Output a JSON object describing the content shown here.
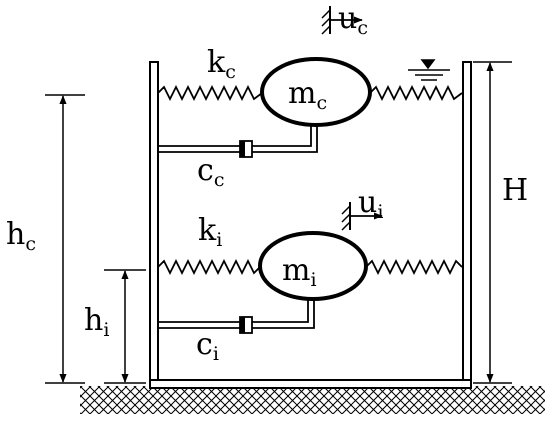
{
  "labels": {
    "kc": {
      "main": "k",
      "sub": "c"
    },
    "mc": {
      "main": "m",
      "sub": "c"
    },
    "uc": {
      "main": "u",
      "sub": "c"
    },
    "cc": {
      "main": "c",
      "sub": "c"
    },
    "ki": {
      "main": "k",
      "sub": "i"
    },
    "mi": {
      "main": "m",
      "sub": "i"
    },
    "ui": {
      "main": "u",
      "sub": "i"
    },
    "ci": {
      "main": "c",
      "sub": "i"
    },
    "hc": {
      "main": "h",
      "sub": "c"
    },
    "hi": {
      "main": "h",
      "sub": "i"
    },
    "H": {
      "main": "H"
    }
  },
  "colors": {
    "ink": "#000000",
    "background": "#ffffff"
  }
}
